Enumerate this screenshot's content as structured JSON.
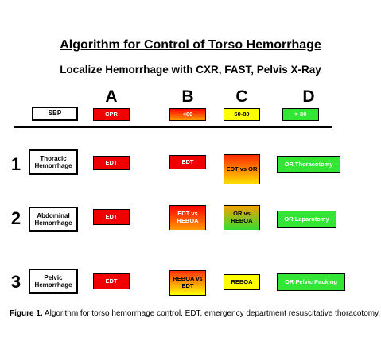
{
  "title": "Algorithm for Control of Torso Hemorrhage",
  "subtitle": "Localize Hemorrhage with CXR, FAST, Pelvis X-Ray",
  "columns": [
    {
      "letter": "A",
      "header": "CPR"
    },
    {
      "letter": "B",
      "header": "<60"
    },
    {
      "letter": "C",
      "header": "60-80"
    },
    {
      "letter": "D",
      "header": "> 80"
    }
  ],
  "sbp_label": "SBP",
  "rows": [
    {
      "number": "1",
      "label": "Thoracic Hemorrhage",
      "a": "EDT",
      "b": "EDT",
      "c": "EDT vs OR",
      "d": "OR Thoracotomy"
    },
    {
      "number": "2",
      "label": "Abdominal Hemorrhage",
      "a": "EDT",
      "b": "EDT vs REBOA",
      "c": "OR vs REBOA",
      "d": "OR Laparotomy"
    },
    {
      "number": "3",
      "label": "Pelvic Hemorrhage",
      "a": "EDT",
      "b": "REBOA vs EDT",
      "c": "REBOA",
      "d": "OR Pelvic Packing"
    }
  ],
  "caption": {
    "prefix": "Figure 1.",
    "text": "Algorithm for torso hemorrhage control. EDT, emergency department resuscitative thoracotomy."
  }
}
